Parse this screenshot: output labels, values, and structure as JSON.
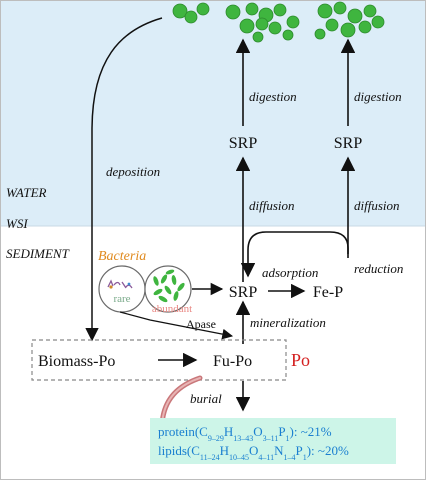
{
  "zones": {
    "water": "WATER",
    "wsi": "WSI",
    "sediment": "SEDIMENT"
  },
  "labels": {
    "deposition": "deposition",
    "digestion_left": "digestion",
    "digestion_right": "digestion",
    "srp_top_left": "SRP",
    "srp_top_right": "SRP",
    "diffusion_left": "diffusion",
    "diffusion_right": "diffusion",
    "adsorption": "adsorption",
    "reduction": "reduction",
    "srp_sediment": "SRP",
    "fep": "Fe-P",
    "bacteria": "Bacteria",
    "rare": "rare",
    "abundant": "abundant",
    "apase": "Apase",
    "mineralization": "mineralization",
    "biomass_po": "Biomass-Po",
    "fu_po": "Fu-Po",
    "po": "Po",
    "burial": "burial"
  },
  "composition": {
    "protein": {
      "prefix": "protein(C",
      "c": "9–29",
      "h": "13–43",
      "o": "3–11",
      "p": "1",
      "suffix": "): ~21%"
    },
    "lipids": {
      "prefix": "lipids(C",
      "c": "11–24",
      "h": "10–45",
      "o": "4–11",
      "n": "1–4",
      "p": "1",
      "suffix": "): ~20%"
    }
  },
  "colors": {
    "water_bg": "#dcedf8",
    "cells": "#3fb53f",
    "bacteria_text": "#e08a1e",
    "rare_text": "#7aaa8a",
    "abundant_text": "#e98a86",
    "po_text": "#d42020",
    "composition_bg": "#cdf5e8",
    "composition_text": "#1a7fd0",
    "burial_tube": "#c9777a"
  }
}
